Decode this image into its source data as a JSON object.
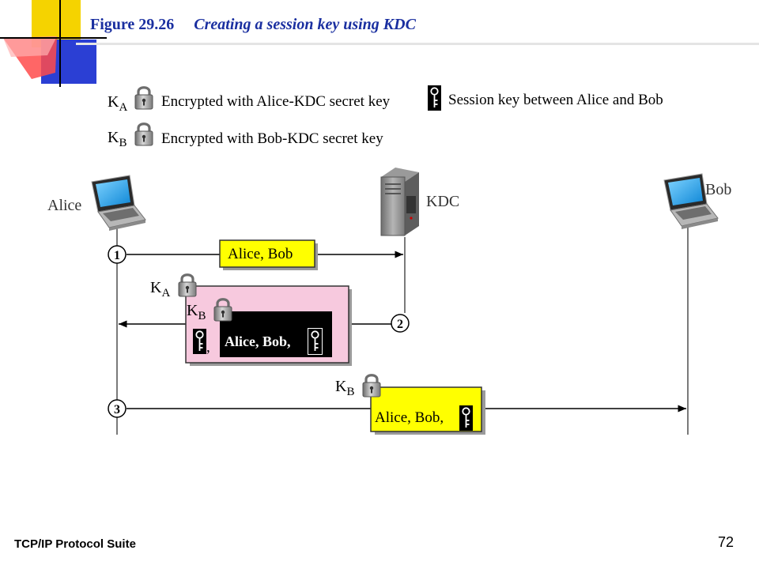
{
  "slide": {
    "figure_number": "Figure 29.26",
    "figure_title": "Creating a session key using KDC",
    "footer_left": "TCP/IP Protocol Suite",
    "page_number": "72"
  },
  "legend": {
    "ka_letter": "K",
    "ka_sub": "A",
    "ka_desc": "Encrypted with Alice-KDC secret key",
    "kb_letter": "K",
    "kb_sub": "B",
    "kb_desc": "Encrypted with Bob-KDC secret key",
    "session_desc": "Session key between Alice and Bob"
  },
  "nodes": {
    "alice": "Alice",
    "kdc": "KDC",
    "bob": "Bob"
  },
  "messages": {
    "step1": {
      "number": "1",
      "content": "Alice, Bob"
    },
    "step2": {
      "number": "2",
      "outer_key_letter": "K",
      "outer_key_sub": "A",
      "inner_key_letter": "K",
      "inner_key_sub": "B",
      "session_comma": ",",
      "inner_content": "Alice, Bob,"
    },
    "step3": {
      "number": "3",
      "key_letter": "K",
      "key_sub": "B",
      "content": "Alice, Bob,"
    }
  },
  "colors": {
    "title_blue": "#1a2fa0",
    "deco_yellow": "#f5d300",
    "deco_blue": "#2b3fd4",
    "deco_red": "#ff3c3c",
    "message_yellow": "#ffff00",
    "outer_pink": "#f7c9de",
    "inner_black": "#000000"
  }
}
